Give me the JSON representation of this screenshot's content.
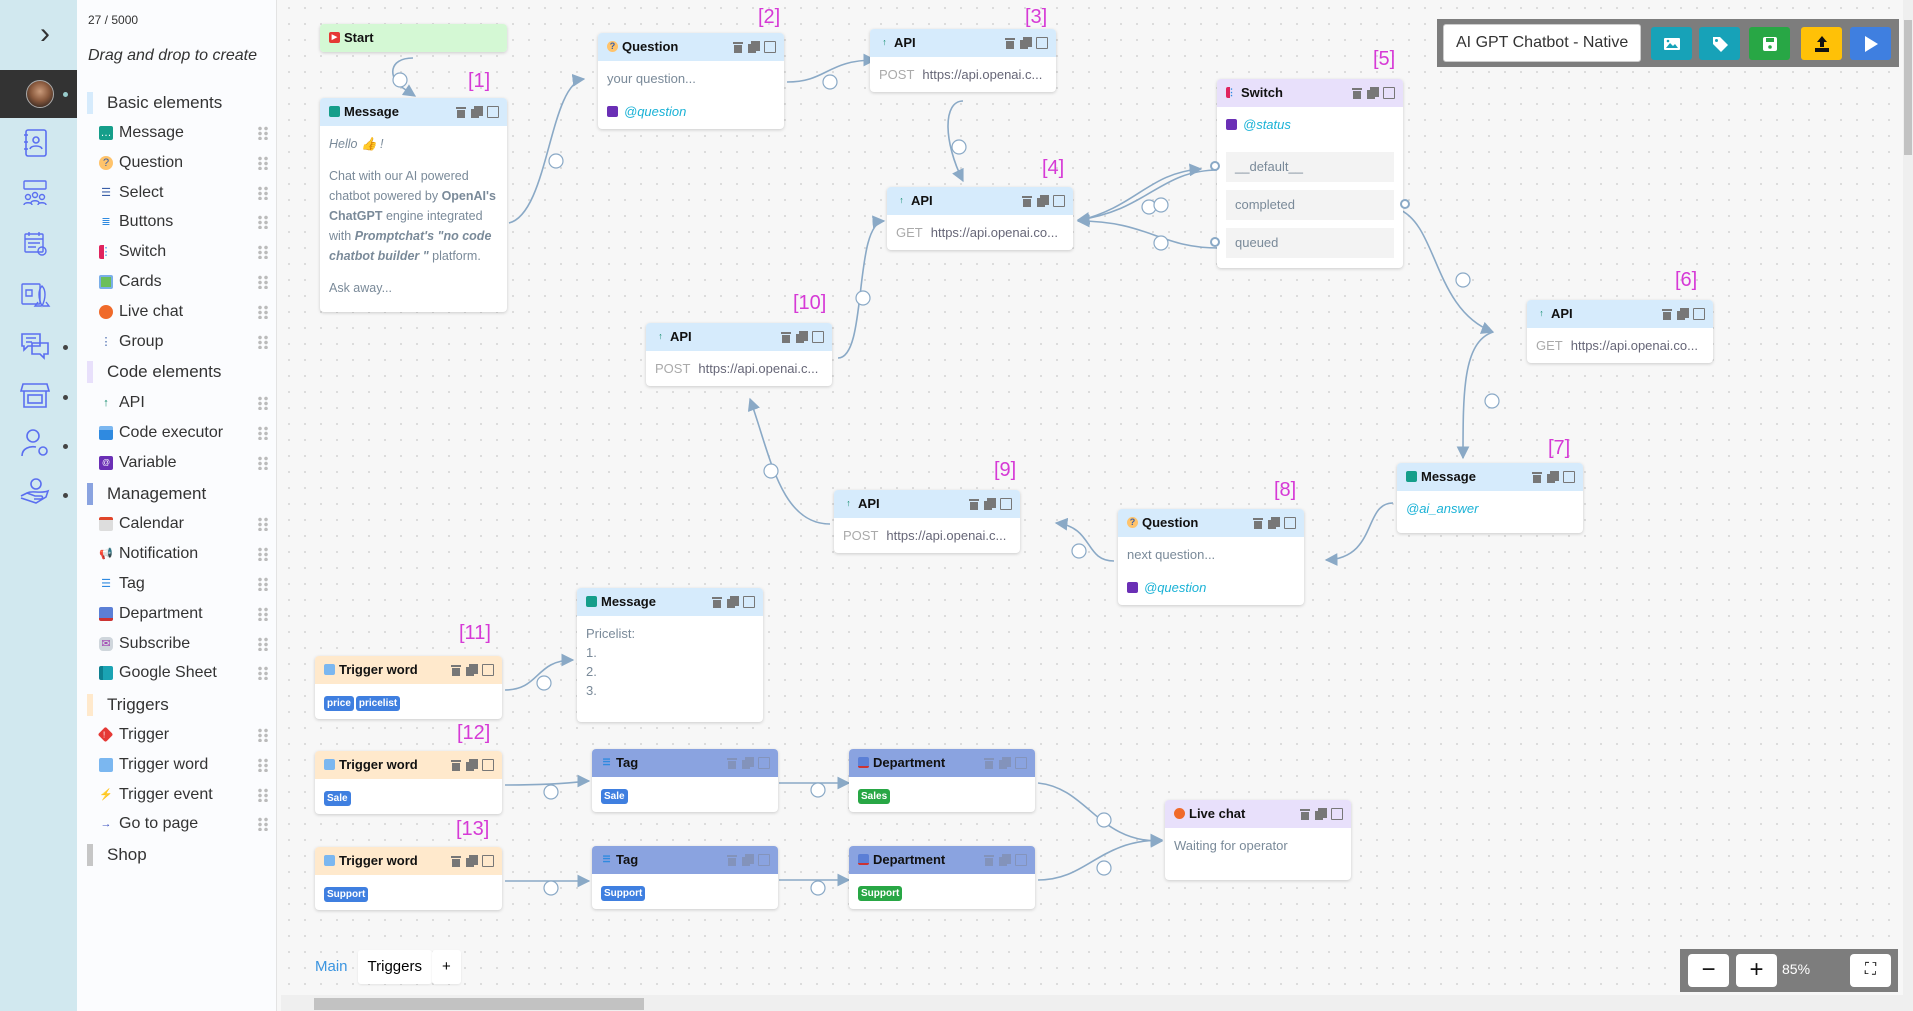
{
  "palette": {
    "count": "27 / 5000",
    "hint": "Drag and drop to create",
    "groups": [
      {
        "label": "Basic elements",
        "color": "#d6ebfc"
      },
      {
        "label": "Code elements",
        "color": "#e8e0fb"
      },
      {
        "label": "Management",
        "color": "#8aa3e0"
      },
      {
        "label": "Triggers",
        "color": "#ffe9cc"
      },
      {
        "label": "Shop",
        "color": "#c6c6c6"
      }
    ],
    "items": [
      {
        "label": "Message",
        "icon": "message-icon"
      },
      {
        "label": "Question",
        "icon": "question-icon"
      },
      {
        "label": "Select",
        "icon": "select-icon"
      },
      {
        "label": "Buttons",
        "icon": "buttons-icon"
      },
      {
        "label": "Switch",
        "icon": "switch-icon"
      },
      {
        "label": "Cards",
        "icon": "cards-icon"
      },
      {
        "label": "Live chat",
        "icon": "live-chat-icon"
      },
      {
        "label": "Group",
        "icon": "group-icon"
      },
      {
        "label": "API",
        "icon": "api-icon"
      },
      {
        "label": "Code executor",
        "icon": "code-executor-icon"
      },
      {
        "label": "Variable",
        "icon": "variable-icon"
      },
      {
        "label": "Calendar",
        "icon": "calendar-icon"
      },
      {
        "label": "Notification",
        "icon": "notification-icon"
      },
      {
        "label": "Tag",
        "icon": "tag-icon"
      },
      {
        "label": "Department",
        "icon": "department-icon"
      },
      {
        "label": "Subscribe",
        "icon": "subscribe-icon"
      },
      {
        "label": "Google Sheet",
        "icon": "google-sheet-icon"
      },
      {
        "label": "Trigger",
        "icon": "trigger-icon"
      },
      {
        "label": "Trigger word",
        "icon": "trigger-word-icon"
      },
      {
        "label": "Trigger event",
        "icon": "trigger-event-icon"
      },
      {
        "label": "Go to page",
        "icon": "go-to-page-icon"
      }
    ]
  },
  "toolbar": {
    "flow_name": "AI GPT Chatbot - Native",
    "colors": {
      "image": "#17a2b8",
      "tag": "#17a2b8",
      "save": "#28a745",
      "publish": "#ffc107",
      "run": "#3f7fe0"
    }
  },
  "zoom": {
    "minus": "−",
    "plus": "+",
    "level": "85%"
  },
  "tabs": {
    "main": "Main",
    "triggers": "Triggers",
    "add": "+"
  },
  "nodes": {
    "start": {
      "title": "Start"
    },
    "n1": {
      "label": "[1]",
      "title": "Message",
      "hello": "Hello 👍 !",
      "p1": "Chat with our AI powered chatbot powered by ",
      "b1": "OpenAI's ChatGPT",
      "p2": " engine integrated with ",
      "b2": "Promptchat's \"no code chatbot builder \"",
      "p3": " platform.",
      "p4": "Ask away..."
    },
    "n2": {
      "label": "[2]",
      "title": "Question",
      "text": "your question...",
      "var": "@question"
    },
    "n3": {
      "label": "[3]",
      "title": "API",
      "method": "POST",
      "url": "https://api.openai.c..."
    },
    "n4": {
      "label": "[4]",
      "title": "API",
      "method": "GET",
      "url": "https://api.openai.co..."
    },
    "n5": {
      "label": "[5]",
      "title": "Switch",
      "var": "@status",
      "cases": [
        "__default__",
        "completed",
        "queued"
      ]
    },
    "n6": {
      "label": "[6]",
      "title": "API",
      "method": "GET",
      "url": "https://api.openai.co..."
    },
    "n7": {
      "label": "[7]",
      "title": "Message",
      "var": "@ai_answer"
    },
    "n8": {
      "label": "[8]",
      "title": "Question",
      "text": "next question...",
      "var": "@question"
    },
    "n9": {
      "label": "[9]",
      "title": "API",
      "method": "POST",
      "url": "https://api.openai.c..."
    },
    "n10": {
      "label": "[10]",
      "title": "API",
      "method": "POST",
      "url": "https://api.openai.c..."
    },
    "n11": {
      "label": "[11]",
      "title": "Trigger word",
      "tags": [
        "price",
        "pricelist"
      ]
    },
    "price_msg": {
      "title": "Message",
      "lines": [
        "Pricelist:",
        "1.",
        "2.",
        "3."
      ]
    },
    "n12": {
      "label": "[12]",
      "title": "Trigger word",
      "tags": [
        "Sale"
      ]
    },
    "tag_sale": {
      "title": "Tag",
      "tag": "Sale"
    },
    "dept_sales": {
      "title": "Department",
      "tag": "Sales"
    },
    "n13": {
      "label": "[13]",
      "title": "Trigger word",
      "tags": [
        "Support"
      ]
    },
    "tag_support": {
      "title": "Tag",
      "tag": "Support"
    },
    "dept_support": {
      "title": "Department",
      "tag": "Support"
    },
    "livechat": {
      "title": "Live chat",
      "text": "Waiting for operator"
    }
  }
}
